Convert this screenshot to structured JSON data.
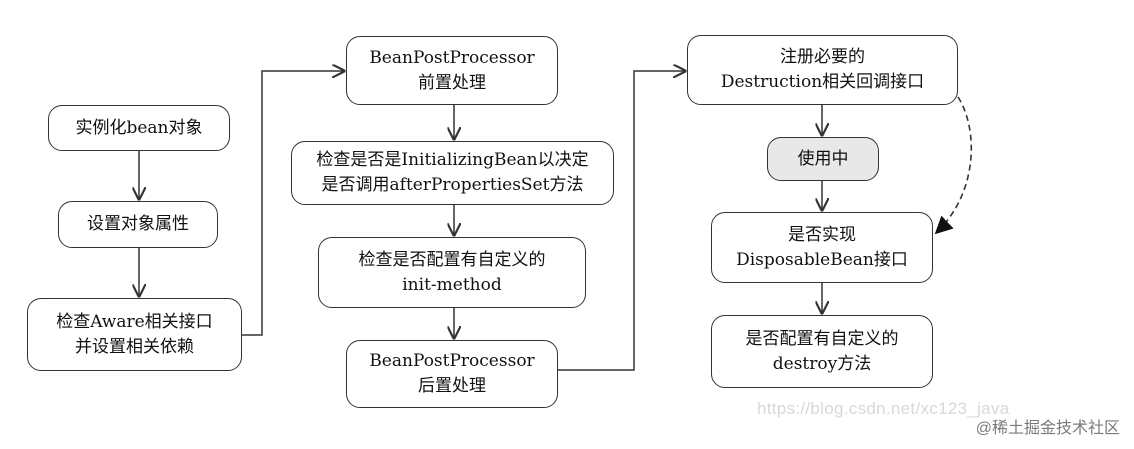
{
  "nodes": {
    "instantiate": {
      "line1": "实例化bean对象"
    },
    "set_properties": {
      "line1": "设置对象属性"
    },
    "aware": {
      "line1": "检查Aware相关接口",
      "line2": "并设置相关依赖"
    },
    "bpp_before": {
      "line1": "BeanPostProcessor",
      "line2": "前置处理"
    },
    "initializing_bean": {
      "line1": "检查是否是InitializingBean以决定",
      "line2": "是否调用afterPropertiesSet方法"
    },
    "init_method": {
      "line1": "检查是否配置有自定义的",
      "line2": "init-method"
    },
    "bpp_after": {
      "line1": "BeanPostProcessor",
      "line2": "后置处理"
    },
    "register_destruction": {
      "line1": "注册必要的",
      "line2": "Destruction相关回调接口"
    },
    "in_use": {
      "line1": "使用中"
    },
    "disposable_bean": {
      "line1": "是否实现",
      "line2": "DisposableBean接口"
    },
    "destroy_method": {
      "line1": "是否配置有自定义的",
      "line2": "destroy方法"
    }
  },
  "watermarks": {
    "url": "https://blog.csdn.net/xc123_java",
    "brand": "@稀土掘金技术社区"
  }
}
